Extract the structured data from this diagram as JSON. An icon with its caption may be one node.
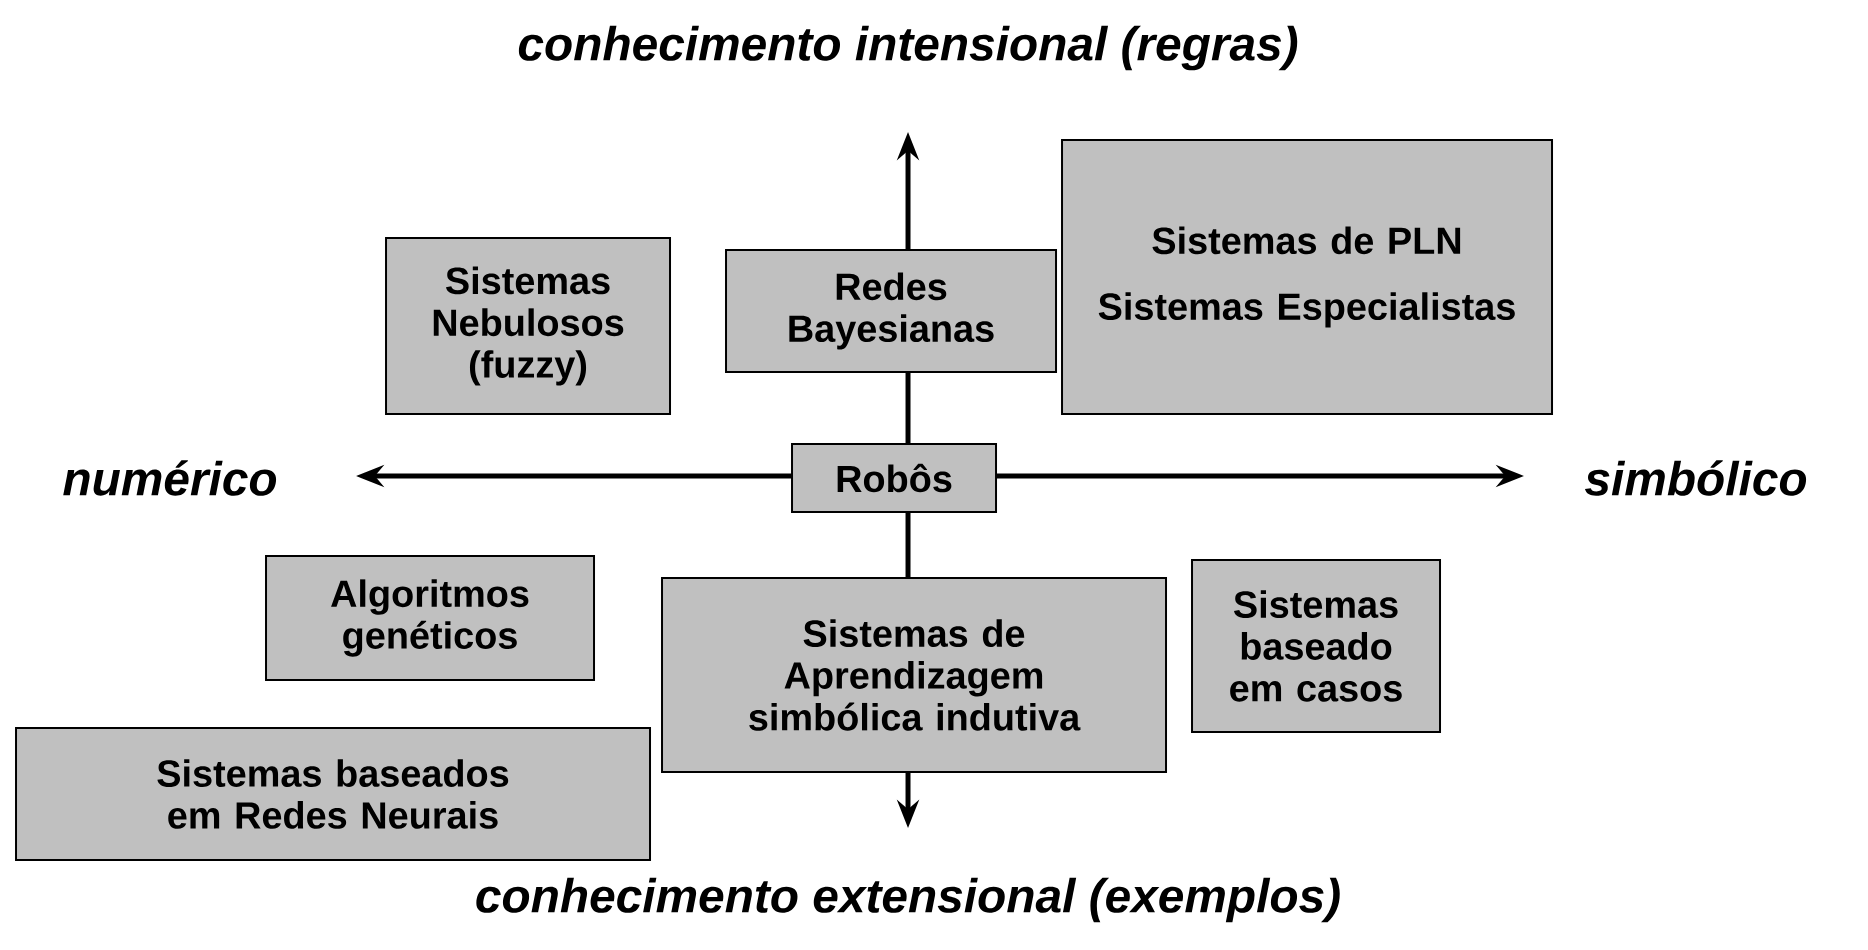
{
  "diagram": {
    "nodes": [
      {
        "text": [
          "Sistemas Nebulosos (fuzzy)"
        ]
      },
      {
        "text": [
          "Redes Bayesianas"
        ]
      },
      {
        "text": [
          "Sistemas de PLN",
          "Sistemas Especialistas"
        ]
      },
      {
        "text": [
          "Robôs"
        ]
      },
      {
        "text": [
          "Algoritmos genéticos"
        ]
      },
      {
        "text": [
          "Sistemas de Aprendizagem simbólica indutiva"
        ]
      },
      {
        "text": [
          "Sistemas baseado em casos"
        ]
      },
      {
        "text": [
          "Sistemas baseados em Redes Neurais"
        ]
      }
    ],
    "labels": [
      "conhecimento intensional (regras)",
      "numérico",
      "simbólico",
      "conhecimento extensional (exemplos)"
    ]
  }
}
